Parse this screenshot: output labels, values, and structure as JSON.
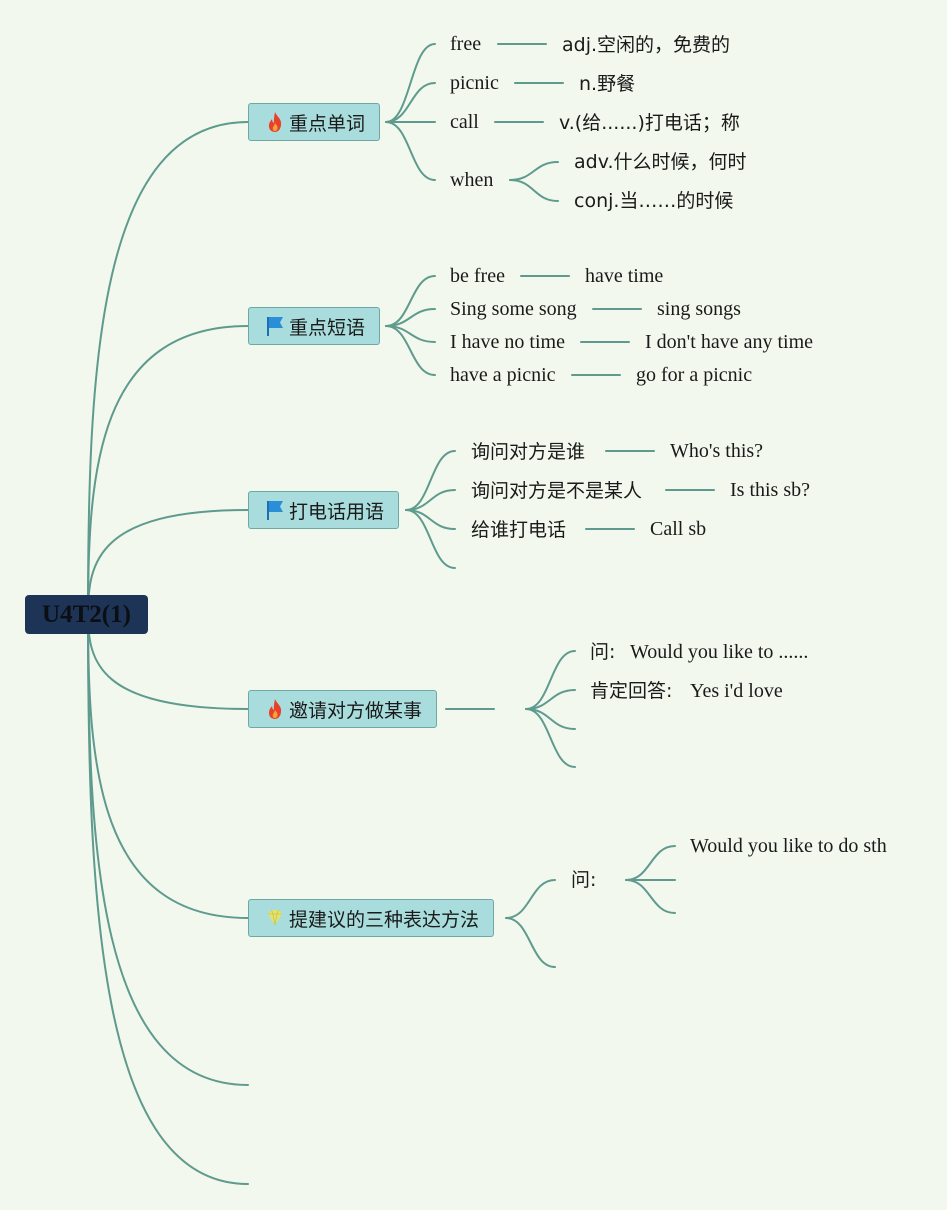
{
  "root": {
    "label": "U4T2(1)"
  },
  "branches": [
    {
      "label": "重点单词",
      "icon": "fire-icon",
      "items": [
        {
          "term": "free",
          "detail": "adj.空闲的，免费的"
        },
        {
          "term": "picnic",
          "detail": "n.野餐"
        },
        {
          "term": "call",
          "detail": "v.(给......)打电话；称"
        },
        {
          "term": "when",
          "details": [
            "adv.什么时候，何时",
            "conj.当……的时候"
          ]
        }
      ]
    },
    {
      "label": "重点短语",
      "icon": "flag-icon",
      "items": [
        {
          "term": "be free",
          "detail": "have time"
        },
        {
          "term": "Sing some song",
          "detail": "sing songs"
        },
        {
          "term": "I have no time",
          "detail": "I don't have any time"
        },
        {
          "term": "have a picnic",
          "detail": "go for a picnic"
        }
      ]
    },
    {
      "label": "打电话用语",
      "icon": "flag-icon",
      "items": [
        {
          "term": "询问对方是谁",
          "detail": "Who's this?"
        },
        {
          "term": "询问对方是不是某人",
          "detail": "Is this sb?"
        },
        {
          "term": "给谁打电话",
          "detail": "Call sb"
        }
      ]
    },
    {
      "label": "邀请对方做某事",
      "icon": "fire-icon",
      "items": [
        {
          "prefix": "问:",
          "text": "Would you like to ......"
        },
        {
          "prefix": "肯定回答:",
          "text": "Yes i'd love"
        }
      ]
    },
    {
      "label": "提建议的三种表达方法",
      "icon": "gem-icon",
      "items": [
        {
          "prefix": "问:",
          "children": [
            "Would you like to do sth"
          ]
        }
      ]
    }
  ],
  "colors": {
    "background": "#f2f8ee",
    "connector": "#5f9a8e",
    "topic_fill": "#a9dcdc",
    "root_fill": "#1d3457",
    "fire": "#e8402a",
    "flag": "#2a8fd6",
    "gem": "#e4e26a"
  }
}
